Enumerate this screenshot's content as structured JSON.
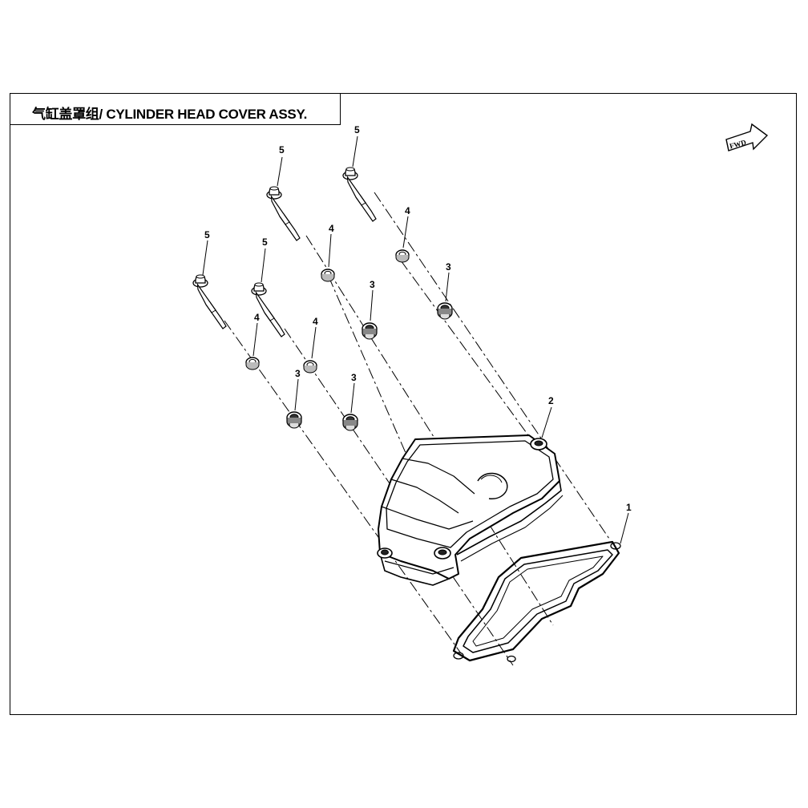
{
  "title": "气缸盖罩组/ CYLINDER HEAD COVER ASSY.",
  "fwd_label": "FWD",
  "fwd_icon": "forward-arrow-icon",
  "callouts": [
    {
      "id": "c1",
      "label": "1"
    },
    {
      "id": "c2",
      "label": "2"
    },
    {
      "id": "c3a",
      "label": "3"
    },
    {
      "id": "c3b",
      "label": "3"
    },
    {
      "id": "c3c",
      "label": "3"
    },
    {
      "id": "c3d",
      "label": "3"
    },
    {
      "id": "c4a",
      "label": "4"
    },
    {
      "id": "c4b",
      "label": "4"
    },
    {
      "id": "c4c",
      "label": "4"
    },
    {
      "id": "c4d",
      "label": "4"
    },
    {
      "id": "c5a",
      "label": "5"
    },
    {
      "id": "c5b",
      "label": "5"
    },
    {
      "id": "c5c",
      "label": "5"
    },
    {
      "id": "c5d",
      "label": "5"
    }
  ]
}
